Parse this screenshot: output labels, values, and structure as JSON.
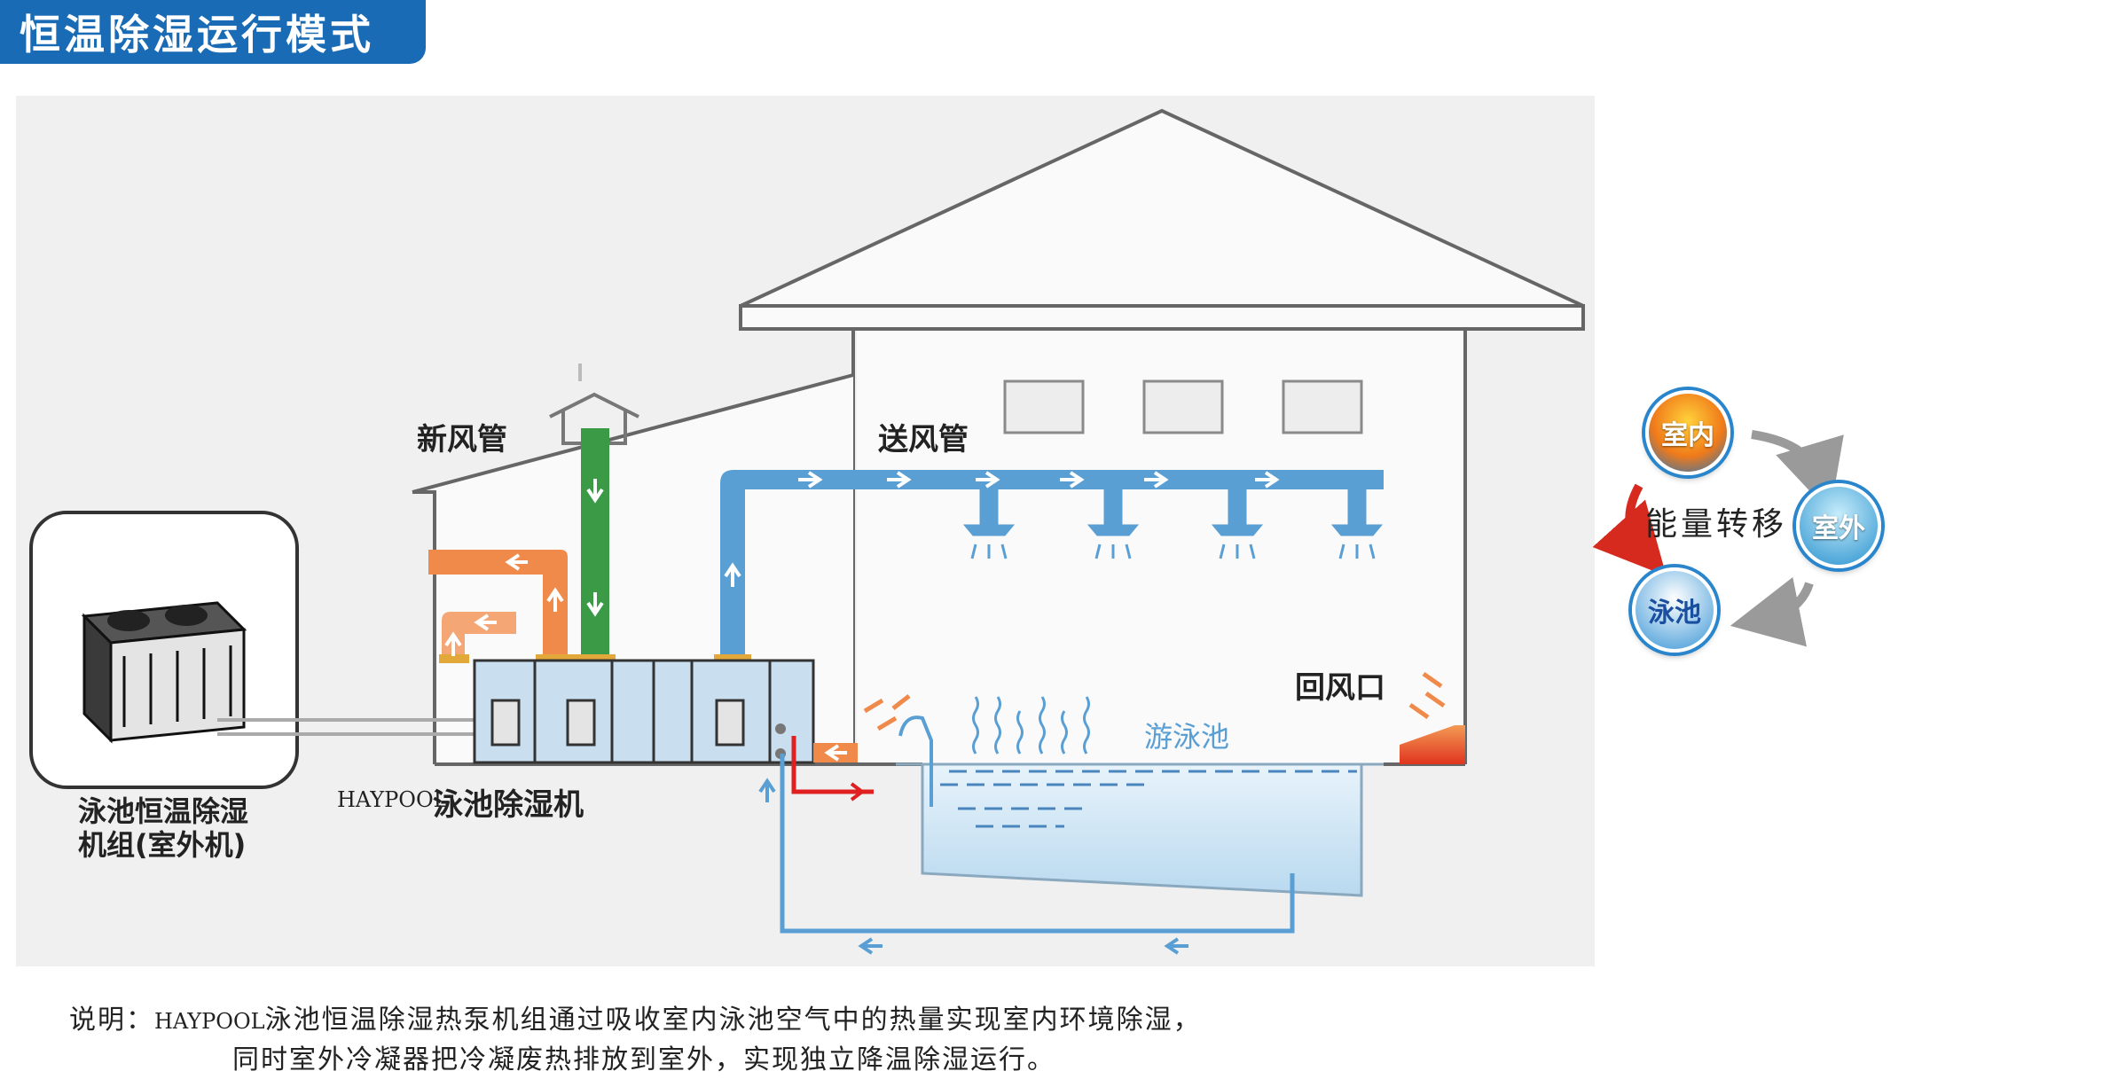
{
  "title": "恒温除湿运行模式",
  "labels": {
    "fresh_air_duct": "新风管",
    "supply_air_duct": "送风管",
    "return_air": "回风口",
    "pool": "游泳池",
    "outdoor_unit_line1": "泳池恒温除湿",
    "outdoor_unit_line2": "机组(室外机)",
    "dehumidifier_brand": "HAYPOOL",
    "dehumidifier_name": "泳池除湿机"
  },
  "energy_cycle": {
    "center": "能量转移",
    "indoor": "室内",
    "outdoor": "室外",
    "pool": "泳池"
  },
  "note": {
    "prefix": "说明：",
    "brand": "HAYPOOL",
    "line1_rest": "泳池恒温除湿热泵机组通过吸收室内泳池空气中的热量实现室内环境除湿，",
    "line2": "同时室外冷凝器把冷凝废热排放到室外，实现独立降温除湿运行。"
  },
  "colors": {
    "title_bg": "#1a6bb5",
    "duct_blue": "#5a9fd4",
    "duct_orange": "#f08a4b",
    "duct_red": "#e85a50",
    "duct_green": "#3a9a45",
    "pipe_red": "#e02020",
    "pipe_blue": "#5a9fd4",
    "unit_fill": "#c9dff0"
  }
}
